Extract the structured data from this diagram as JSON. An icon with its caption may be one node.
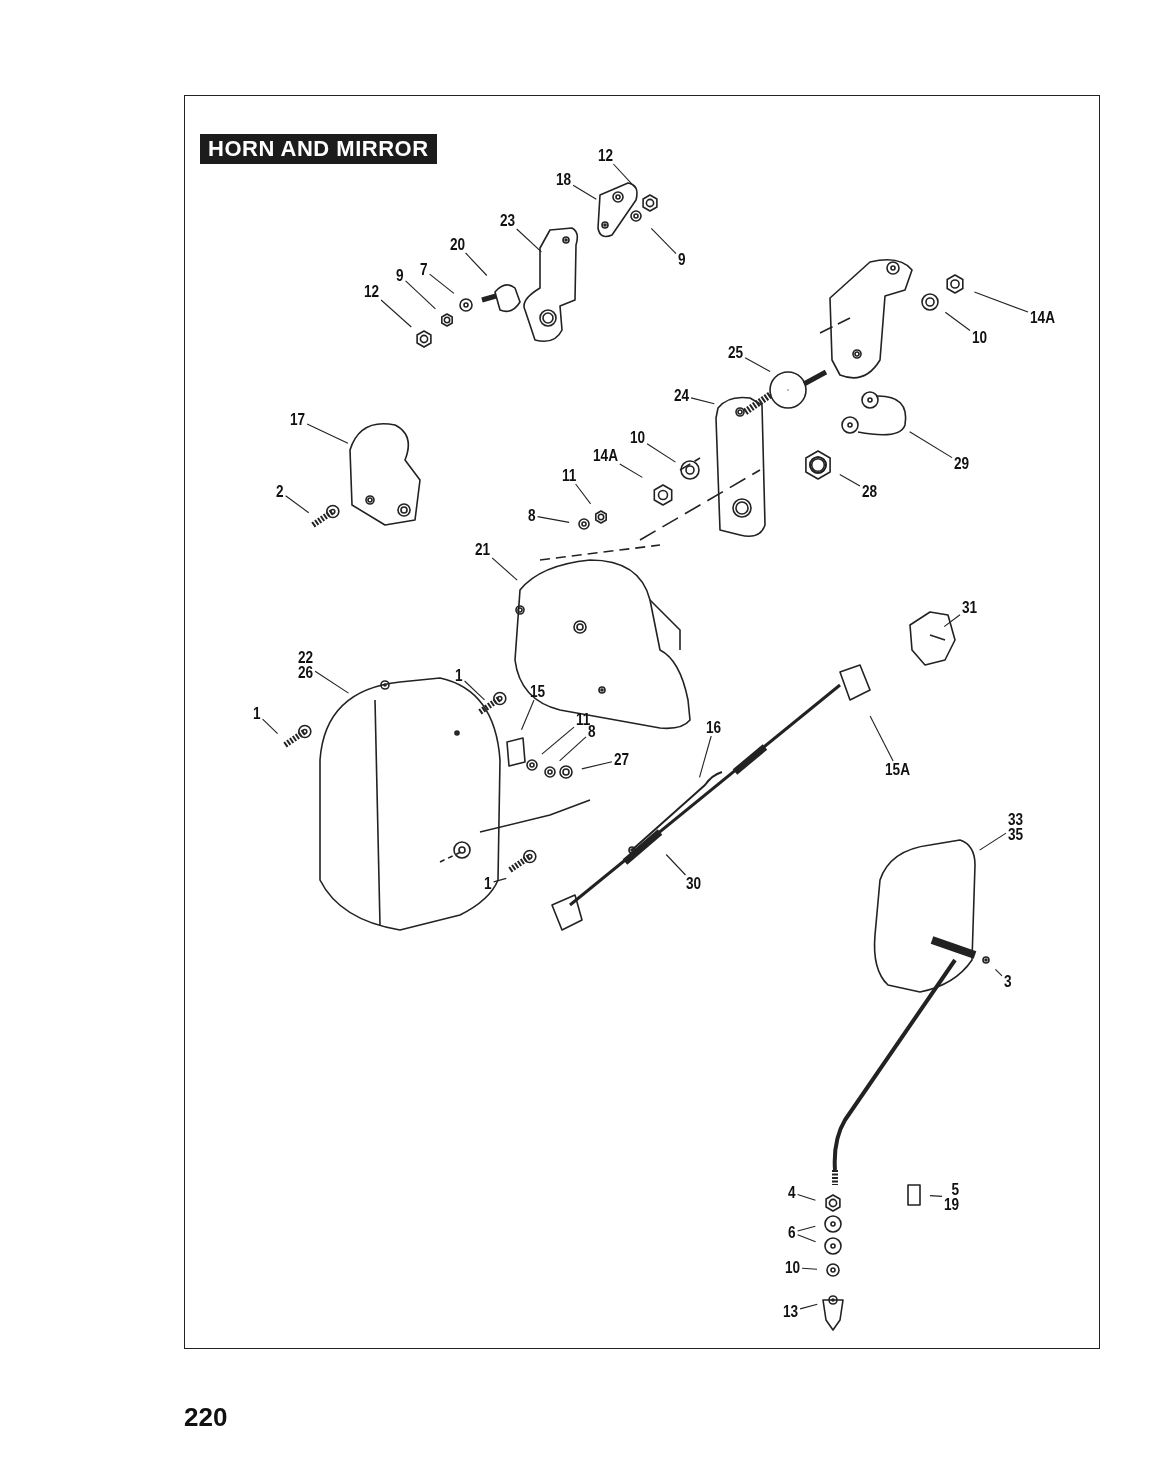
{
  "diagram": {
    "title": "HORN AND MIRROR",
    "nodes": [
      {
        "text": [
          "12"
        ]
      },
      {
        "text": [
          "18"
        ]
      },
      {
        "text": [
          "9"
        ]
      },
      {
        "text": [
          "23"
        ]
      },
      {
        "text": [
          "20"
        ]
      },
      {
        "text": [
          "7"
        ]
      },
      {
        "text": [
          "9"
        ]
      },
      {
        "text": [
          "12"
        ]
      },
      {
        "text": [
          "14A"
        ]
      },
      {
        "text": [
          "10"
        ]
      },
      {
        "text": [
          "25"
        ]
      },
      {
        "text": [
          "24"
        ]
      },
      {
        "text": [
          "17"
        ]
      },
      {
        "text": [
          "29"
        ]
      },
      {
        "text": [
          "10"
        ]
      },
      {
        "text": [
          "14A"
        ]
      },
      {
        "text": [
          "28"
        ]
      },
      {
        "text": [
          "11"
        ]
      },
      {
        "text": [
          "8"
        ]
      },
      {
        "text": [
          "2"
        ]
      },
      {
        "text": [
          "21"
        ]
      },
      {
        "text": [
          "31"
        ]
      },
      {
        "text": [
          "22",
          "26"
        ]
      },
      {
        "text": [
          "1"
        ]
      },
      {
        "text": [
          "1"
        ]
      },
      {
        "text": [
          "15"
        ]
      },
      {
        "text": [
          "11"
        ]
      },
      {
        "text": [
          "8"
        ]
      },
      {
        "text": [
          "27"
        ]
      },
      {
        "text": [
          "16"
        ]
      },
      {
        "text": [
          "15A"
        ]
      },
      {
        "text": [
          "33",
          "35"
        ]
      },
      {
        "text": [
          "1"
        ]
      },
      {
        "text": [
          "30"
        ]
      },
      {
        "text": [
          "3"
        ]
      },
      {
        "text": [
          "4"
        ]
      },
      {
        "text": [
          "5",
          "19"
        ]
      },
      {
        "text": [
          "6"
        ]
      },
      {
        "text": [
          "10"
        ]
      },
      {
        "text": [
          "13"
        ]
      }
    ],
    "edges": [
      {
        "from": 0,
        "to": null,
        "arrow": "none"
      },
      {
        "from": 1,
        "to": null,
        "arrow": "none"
      },
      {
        "from": 2,
        "to": null,
        "arrow": "none"
      },
      {
        "from": 3,
        "to": null,
        "arrow": "none"
      },
      {
        "from": 4,
        "to": null,
        "arrow": "none"
      },
      {
        "from": 5,
        "to": null,
        "arrow": "none"
      },
      {
        "from": 6,
        "to": null,
        "arrow": "none"
      },
      {
        "from": 7,
        "to": null,
        "arrow": "none"
      },
      {
        "from": 8,
        "to": null,
        "arrow": "none"
      },
      {
        "from": 9,
        "to": null,
        "arrow": "none"
      },
      {
        "from": 10,
        "to": null,
        "arrow": "none"
      },
      {
        "from": 11,
        "to": null,
        "arrow": "none"
      },
      {
        "from": 12,
        "to": null,
        "arrow": "none"
      },
      {
        "from": 13,
        "to": null,
        "arrow": "none"
      },
      {
        "from": 14,
        "to": null,
        "arrow": "none"
      },
      {
        "from": 15,
        "to": null,
        "arrow": "none"
      },
      {
        "from": 16,
        "to": null,
        "arrow": "none"
      },
      {
        "from": 17,
        "to": null,
        "arrow": "none"
      },
      {
        "from": 18,
        "to": null,
        "arrow": "none"
      },
      {
        "from": 19,
        "to": null,
        "arrow": "none"
      },
      {
        "from": 20,
        "to": null,
        "arrow": "none"
      },
      {
        "from": 21,
        "to": null,
        "arrow": "none"
      },
      {
        "from": 22,
        "to": null,
        "arrow": "none"
      },
      {
        "from": 23,
        "to": null,
        "arrow": "none"
      },
      {
        "from": 24,
        "to": null,
        "arrow": "none"
      },
      {
        "from": 25,
        "to": null,
        "arrow": "none"
      },
      {
        "from": 26,
        "to": null,
        "arrow": "none"
      },
      {
        "from": 27,
        "to": null,
        "arrow": "none"
      },
      {
        "from": 28,
        "to": null,
        "arrow": "none"
      },
      {
        "from": 29,
        "to": null,
        "arrow": "none"
      },
      {
        "from": 30,
        "to": null,
        "arrow": "none"
      },
      {
        "from": 31,
        "to": null,
        "arrow": "none"
      },
      {
        "from": 32,
        "to": null,
        "arrow": "none"
      },
      {
        "from": 33,
        "to": null,
        "arrow": "none"
      },
      {
        "from": 34,
        "to": null,
        "arrow": "none"
      },
      {
        "from": 35,
        "to": null,
        "arrow": "none"
      },
      {
        "from": 36,
        "to": null,
        "arrow": "none"
      },
      {
        "from": 37,
        "to": null,
        "arrow": "none"
      },
      {
        "from": 37,
        "to": null,
        "arrow": "none"
      },
      {
        "from": 38,
        "to": null,
        "arrow": "none"
      },
      {
        "from": 39,
        "to": null,
        "arrow": "none"
      }
    ],
    "labels": [
      "220"
    ]
  }
}
